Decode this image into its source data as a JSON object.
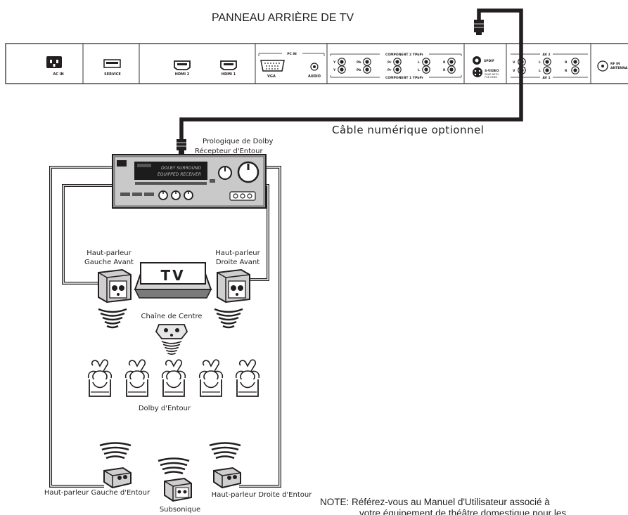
{
  "panel": {
    "title": "PANNEAU ARRIÈRE DE TV",
    "ac_in": "AC IN",
    "service": "SERVICE",
    "hdmi2": "HDMI 2",
    "hdmi1": "HDMI 1",
    "pc_in": "PC IN",
    "vga": "VGA",
    "audio": "AUDIO",
    "component2": "COMPONENT 2 YPbPr",
    "component1": "COMPONENT 1 YPbPr",
    "y": "Y",
    "pb": "Pb",
    "pr": "Pr",
    "l": "L",
    "r": "R",
    "v": "V",
    "spdif": "SPDIF",
    "svideo": "S-VIDEO",
    "svideo_note1": "SHAR WITH",
    "svideo_note2": "FOR HDMI",
    "av2": "AV 2",
    "av1": "AV 1",
    "rf_in": "RF IN",
    "antenna": "ANTENNA"
  },
  "cable_label": "Câble numérique optionnel",
  "receiver": {
    "label_line1": "Prologique de Dolby",
    "label_line2": "Récepteur d'Entour",
    "display_line1": "DOLBY SURROUND",
    "display_line2": "EQUIPPED RECEIVER"
  },
  "speakers": {
    "front_left_line1": "Haut-parleur",
    "front_left_line2": "Gauche Avant",
    "front_right_line1": "Haut-parleur",
    "front_right_line2": "Droite Avant",
    "center": "Chaîne de Centre",
    "surround_left": "Haut-parleur Gauche d'Entour",
    "surround_right": "Haut-parleur Droite d'Entour",
    "subwoofer": "Subsonique"
  },
  "tv_label": "TV",
  "audience_label": "Dolby d'Entour",
  "note": {
    "line1": "NOTE: Référez-vous au Manuel d'Utilisateur associé à",
    "line2": "votre équipement de théâtre domestique pour les"
  }
}
